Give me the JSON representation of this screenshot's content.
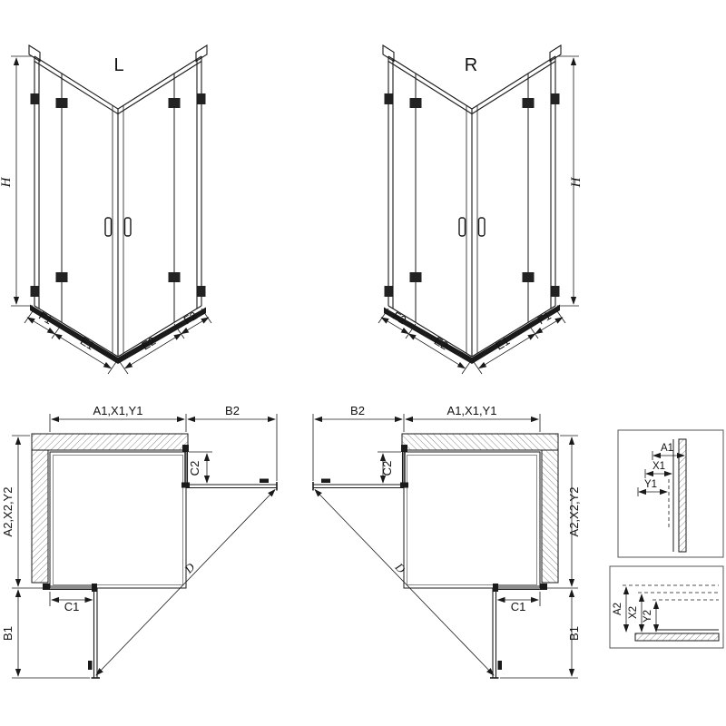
{
  "page": {
    "background": "#ffffff",
    "line_color": "#1a1a1a"
  },
  "iso_left": {
    "title": "L",
    "height_label": "H",
    "seg_outer_left": "F1",
    "seg_inner_left": "E1",
    "seg_inner_right": "E2",
    "seg_outer_right": "F2"
  },
  "iso_right": {
    "title": "R",
    "height_label": "H",
    "seg_outer_left": "F2",
    "seg_inner_left": "E2",
    "seg_inner_right": "E1",
    "seg_outer_right": "F1"
  },
  "plan_left": {
    "width_label": "A1,X1,Y1",
    "open_door_side_label": "B2",
    "fixed_panel_side_label": "C2",
    "depth_label": "A2,X2,Y2",
    "open_door_bottom_label": "B1",
    "fixed_panel_bottom_label": "C1",
    "diagonal_label": "D"
  },
  "plan_right": {
    "width_label": "A1,X1,Y1",
    "open_door_side_label": "B2",
    "fixed_panel_side_label": "C2",
    "depth_label": "A2,X2,Y2",
    "open_door_bottom_label": "B1",
    "fixed_panel_bottom_label": "C1",
    "diagonal_label": "D"
  },
  "detail_vertical_profile": {
    "labels": [
      "A1",
      "X1",
      "Y1"
    ]
  },
  "detail_horizontal_profile": {
    "labels": [
      "A2",
      "X2",
      "Y2"
    ]
  }
}
